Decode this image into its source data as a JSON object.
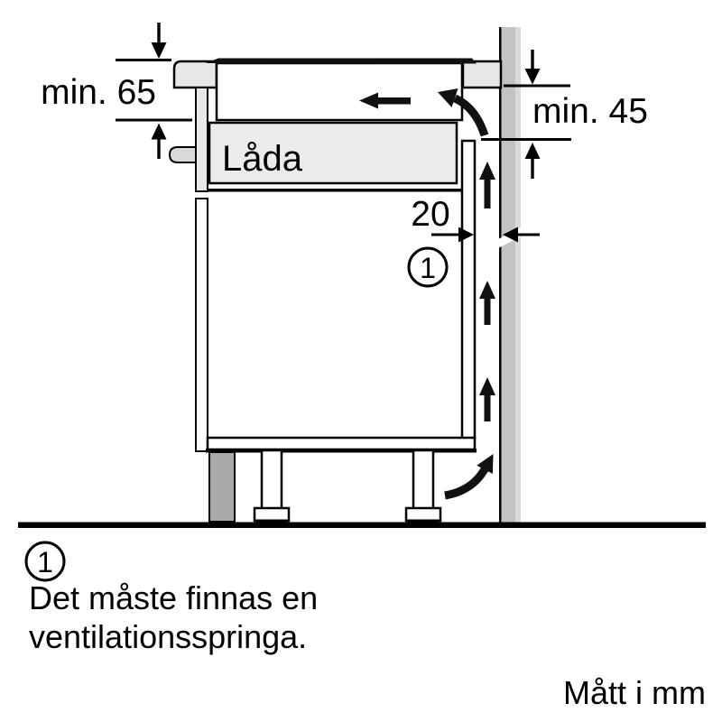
{
  "diagram": {
    "dimension_labels": {
      "worktop_to_hob_bottom": "min. 65",
      "worktop_to_cabinet_side": "min. 45",
      "wall_gap": "20"
    },
    "component_labels": {
      "drawer": "Låda"
    },
    "callout": {
      "number": "1"
    },
    "legend": {
      "number": "1",
      "line1": "Det måste finnas en",
      "line2": "ventilationsspringa."
    },
    "footer": {
      "units_note": "Mått i mm"
    },
    "colors": {
      "light_panel": "#e8e8e8",
      "drawer_fill": "#ebebeb",
      "wall": "#c3c3c3",
      "wall_highlight": "#d9d9d9",
      "plinth": "#a9a9a9",
      "handle": "#d9d9d9",
      "ink": "#000000"
    }
  }
}
